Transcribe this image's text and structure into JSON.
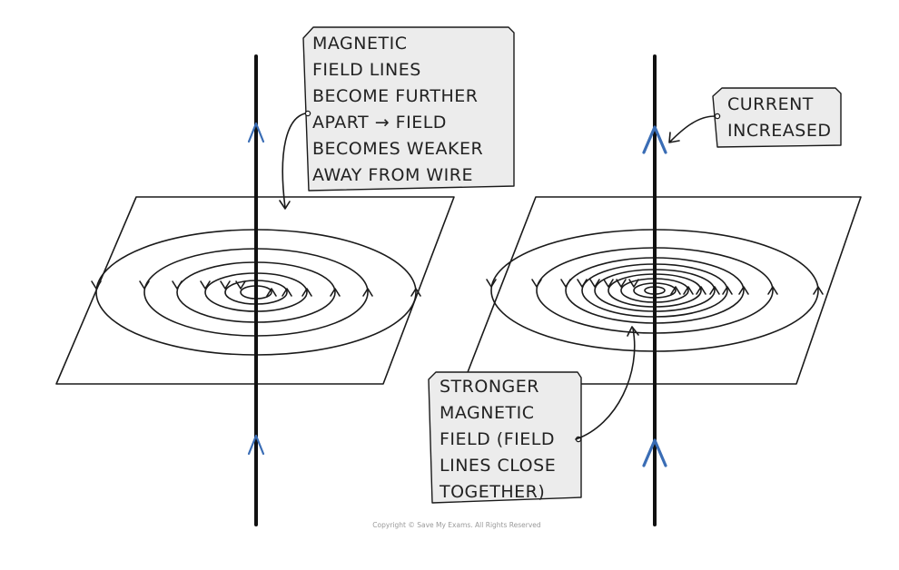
{
  "callouts": {
    "left": {
      "lines": [
        "MAGNETIC",
        "FIELD LINES",
        "BECOME FURTHER",
        "APART → FIELD",
        "BECOMES WEAKER",
        "AWAY FROM WIRE"
      ]
    },
    "current": {
      "lines": [
        "CURRENT",
        "INCREASED"
      ]
    },
    "stronger": {
      "lines": [
        "STRONGER",
        "MAGNETIC",
        "FIELD (FIELD",
        "LINES CLOSE",
        "TOGETHER)"
      ]
    }
  },
  "copyright": "Copyright © Save My Exams. All Rights Reserved",
  "colors": {
    "current_arrow": "#3a6db5",
    "callout_fill": "#ececec",
    "line": "#1a1a1a"
  }
}
